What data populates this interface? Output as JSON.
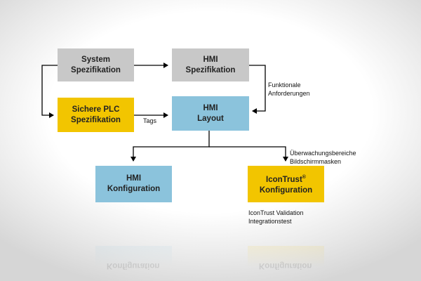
{
  "nodes": {
    "system_spec": {
      "line1": "System",
      "line2": "Spezifikation",
      "color": "#c8c8c8"
    },
    "hmi_spec": {
      "line1": "HMI",
      "line2": "Spezifikation",
      "color": "#c8c8c8"
    },
    "plc_spec": {
      "line1": "Sichere PLC",
      "line2": "Spezifikation",
      "color": "#f2c500"
    },
    "hmi_layout": {
      "line1": "HMI",
      "line2": "Layout",
      "color": "#8bc3dc"
    },
    "hmi_config": {
      "line1": "HMI",
      "line2": "Konfiguration",
      "color": "#8bc3dc"
    },
    "icontrust_config": {
      "line1": "IconTrust",
      "sup": "®",
      "line2": "Konfiguration",
      "color": "#f2c500"
    }
  },
  "edge_labels": {
    "funktionale_1": "Funktionale",
    "funktionale_2": "Anforderungen",
    "tags": "Tags",
    "ueberwachung_1": "Überwachungsbereiche",
    "ueberwachung_2": "Bildschirmmasken"
  },
  "notes": {
    "validation_1": "IconTrust Validation",
    "validation_2": "Integrationstest"
  }
}
